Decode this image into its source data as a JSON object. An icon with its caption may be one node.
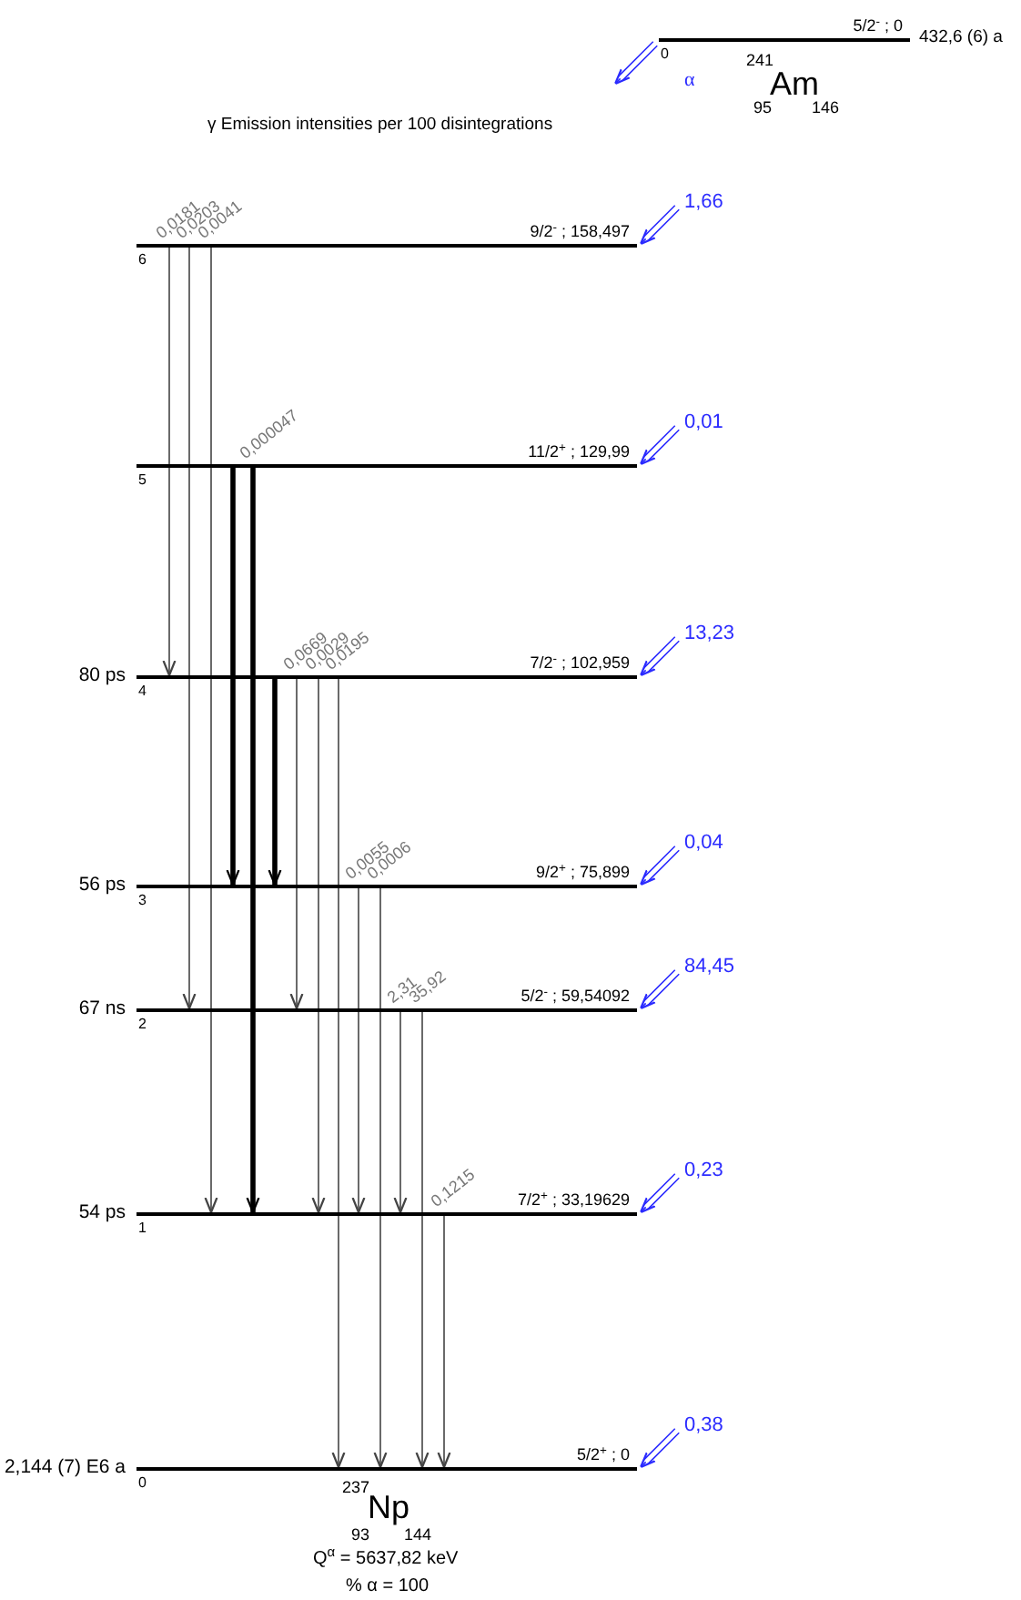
{
  "diagram": {
    "title": "γ Emission intensities per 100 disintegrations",
    "nodes": [
      {
        "text": [],
        "shape": "bar",
        "beside": [
          "5/2$^{-}$ ; 0",
          "0",
          "432,6 (6) a"
        ]
      },
      {
        "text": [],
        "shape": "bar",
        "beside": [
          "9/2$^{-}$ ; 158,497",
          "6"
        ]
      },
      {
        "text": [],
        "shape": "bar",
        "beside": [
          "11/2$^{+}$ ; 129,99",
          "5"
        ]
      },
      {
        "text": [],
        "shape": "bar",
        "beside": [
          "7/2$^{-}$ ; 102,959",
          "4",
          "80 ps"
        ]
      },
      {
        "text": [],
        "shape": "bar",
        "beside": [
          "9/2$^{+}$ ; 75,899",
          "3",
          "56 ps"
        ]
      },
      {
        "text": [],
        "shape": "bar",
        "beside": [
          "5/2$^{-}$ ; 59,54092",
          "2",
          "67 ns"
        ]
      },
      {
        "text": [],
        "shape": "bar",
        "beside": [
          "7/2$^{+}$ ; 33,19629",
          "1",
          "54 ps"
        ]
      },
      {
        "text": [],
        "shape": "bar",
        "beside": [
          "5/2$^{+}$ ; 0",
          "0",
          "2,144 (7) E6 a"
        ]
      }
    ],
    "edges": [
      {
        "from": 0,
        "to": null,
        "arrow": "to",
        "color": "#2b2bff"
      },
      {
        "from": null,
        "to": 1,
        "arrow": "to",
        "label": "1,66",
        "color": "#2b2bff"
      },
      {
        "from": null,
        "to": 2,
        "arrow": "to",
        "label": "0,01",
        "color": "#2b2bff"
      },
      {
        "from": null,
        "to": 3,
        "arrow": "to",
        "label": "13,23",
        "color": "#2b2bff"
      },
      {
        "from": null,
        "to": 4,
        "arrow": "to",
        "label": "0,04",
        "color": "#2b2bff"
      },
      {
        "from": null,
        "to": 5,
        "arrow": "to",
        "label": "84,45",
        "color": "#2b2bff"
      },
      {
        "from": null,
        "to": 6,
        "arrow": "to",
        "label": "0,23",
        "color": "#2b2bff"
      },
      {
        "from": null,
        "to": 7,
        "arrow": "to",
        "label": "0,38",
        "color": "#2b2bff"
      },
      {
        "from": 1,
        "to": 3,
        "arrow": "to",
        "label": "0,0181"
      },
      {
        "from": 1,
        "to": 5,
        "arrow": "to",
        "label": "0,0203"
      },
      {
        "from": 1,
        "to": 6,
        "arrow": "to",
        "label": "0,0041"
      },
      {
        "from": 2,
        "to": 4,
        "arrow": "to",
        "style": "thick"
      },
      {
        "from": 2,
        "to": 6,
        "arrow": "to",
        "label": "0,000047",
        "style": "thick"
      },
      {
        "from": 3,
        "to": 4,
        "arrow": "to",
        "style": "thick"
      },
      {
        "from": 3,
        "to": 5,
        "arrow": "to",
        "label": "0,0669"
      },
      {
        "from": 3,
        "to": 6,
        "arrow": "to",
        "label": "0,0029"
      },
      {
        "from": 3,
        "to": 7,
        "arrow": "to",
        "label": "0,0195"
      },
      {
        "from": 4,
        "to": 6,
        "arrow": "to",
        "label": "0,0055"
      },
      {
        "from": 4,
        "to": 7,
        "arrow": "to",
        "label": "0,0006"
      },
      {
        "from": 5,
        "to": 6,
        "arrow": "to",
        "label": "2,31"
      },
      {
        "from": 5,
        "to": 7,
        "arrow": "to",
        "label": "35,92"
      },
      {
        "from": 6,
        "to": 7,
        "arrow": "to",
        "label": "0,1215"
      }
    ],
    "labels": [
      "α",
      "241",
      "Am",
      "95",
      "146",
      "237",
      "Np",
      "93",
      "144",
      "Q$^{α}$ = 5637,82 keV",
      "% α = 100"
    ]
  }
}
